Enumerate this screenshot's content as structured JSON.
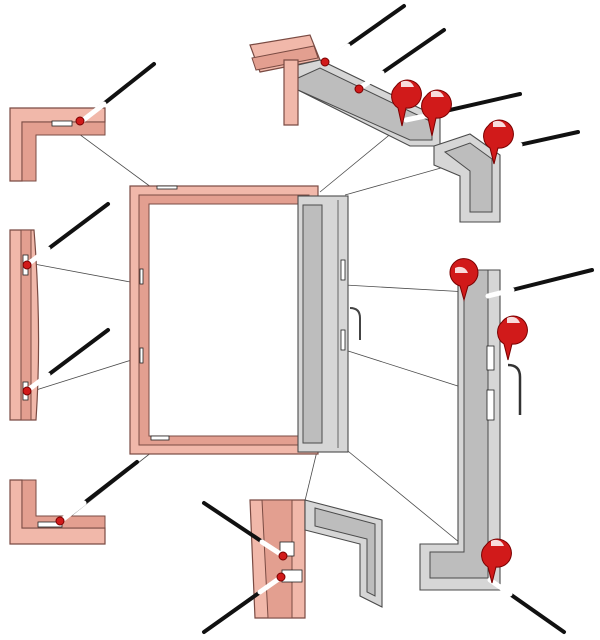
{
  "diagram": {
    "colors": {
      "frame_wood": "#f1b8aa",
      "frame_outline": "#7a4b43",
      "sash_metal": "#d6d6d6",
      "sash_outline": "#4b4b4b",
      "leader_line": "#4a4a4a",
      "applicator_tip": "#d11a1a",
      "brush_handle": "#111111"
    },
    "parts": [
      {
        "name": "top-left-corner-detail",
        "icon": "frame-corner"
      },
      {
        "name": "left-hinge-side-detail",
        "icon": "frame-side"
      },
      {
        "name": "bottom-left-corner-detail",
        "icon": "frame-corner"
      },
      {
        "name": "top-sash-bar-detail",
        "icon": "sash-bar"
      },
      {
        "name": "top-right-corner-detail",
        "icon": "sash-corner"
      },
      {
        "name": "right-lock-bar-detail",
        "icon": "sash-side"
      },
      {
        "name": "bottom-hinge-detail",
        "icon": "hinge"
      }
    ],
    "tools": [
      {
        "name": "brush",
        "icon": "brush-icon"
      },
      {
        "name": "oil-applicator",
        "icon": "oil-drop-icon"
      }
    ]
  }
}
